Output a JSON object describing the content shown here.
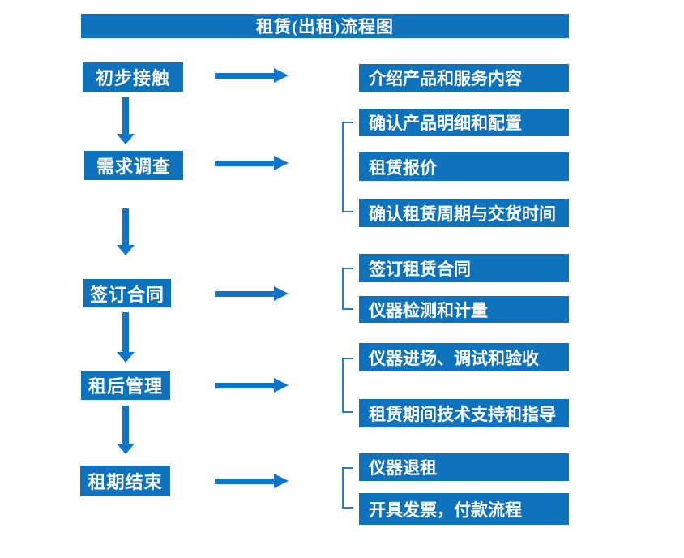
{
  "title": "租赁(出租)流程图",
  "colors": {
    "box_blue": "#0e72bd",
    "arrow_blue": "#0f75c8",
    "bracket_blue": "#2c7bc4",
    "text_white": "#ffffff"
  },
  "rows": [
    {
      "stage": "初步接触",
      "details": [
        "介绍产品和服务内容"
      ]
    },
    {
      "stage": "需求调查",
      "details": [
        "确认产品明细和配置",
        "租赁报价",
        "确认租赁周期与交货时间"
      ]
    },
    {
      "stage": "签订合同",
      "details": [
        "签订租赁合同",
        "仪器检测和计量"
      ]
    },
    {
      "stage": "租后管理",
      "details": [
        "仪器进场、调试和验收",
        "租赁期间技术支持和指导"
      ]
    },
    {
      "stage": "租期结束",
      "details": [
        "仪器退租",
        "开具发票，付款流程"
      ]
    }
  ]
}
